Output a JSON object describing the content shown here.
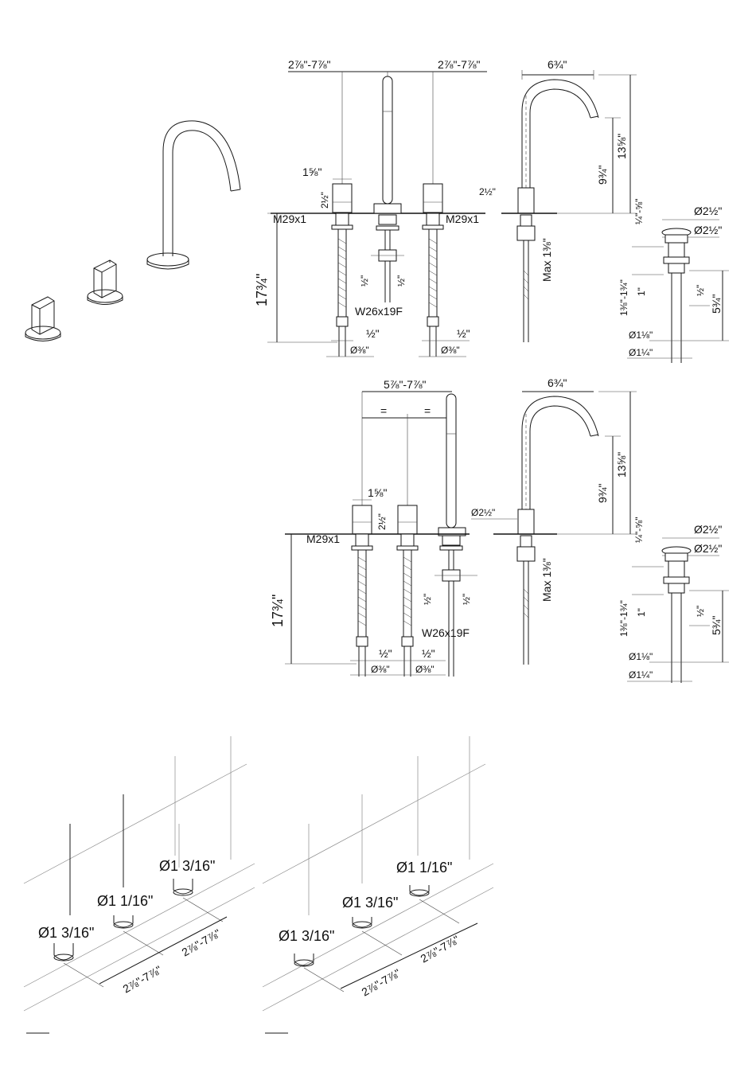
{
  "top_view": {
    "spacing_left": "2⅞\"-7⅞\"",
    "spacing_right": "2⅞\"-7⅞\"",
    "handle_width": "1⅝\"",
    "handle_height": "2½\"",
    "thread_left": "M29x1",
    "thread_right": "M29x1",
    "hose_length": "17¾\"",
    "half_in_1": "½\"",
    "half_in_2": "½\"",
    "spout_thread": "W26x19F",
    "outlet_left": "½\"",
    "outlet_right": "½\"",
    "dia_left": "Ø⅜\"",
    "dia_right": "Ø⅜\"",
    "spout_reach": "6¾\"",
    "spout_base_height": "2½\"",
    "spout_height": "9¾\"",
    "spout_total_height": "13⅝\"",
    "spout_max": "Max 1⅜\"",
    "drain_range": "¼\"-⅝\"",
    "drain_dia_1": "Ø2½\"",
    "drain_dia_2": "Ø2½\"",
    "drain_body": "1⅜\"-1¾\"",
    "drain_1in": "1\"",
    "drain_half": "½\"",
    "drain_len": "5¾\"",
    "drain_dia_small": "Ø1⅛\"",
    "drain_dia_big": "Ø1¼\""
  },
  "bottom_view": {
    "spacing": "5⅞\"-7⅞\"",
    "eq_left": "=",
    "eq_right": "=",
    "handle_width": "1⅝\"",
    "handle_height": "2½\"",
    "thread": "M29x1",
    "hose_length": "17¾\"",
    "half_in_1": "½\"",
    "half_in_2": "½\"",
    "spout_thread": "W26x19F",
    "outlet_left": "½\"",
    "outlet_right": "½\"",
    "dia_left": "Ø⅜\"",
    "dia_right": "Ø⅜\"",
    "spout_reach": "6¾\"",
    "spout_base_dia": "Ø2½\"",
    "spout_height": "9¾\"",
    "spout_total_height": "13⅝\"",
    "spout_max": "Max 1⅜\"",
    "drain_range": "¼\"-⅝\"",
    "drain_dia_1": "Ø2½\"",
    "drain_dia_2": "Ø2½\"",
    "drain_body": "1⅜\"-1¾\"",
    "drain_1in": "1\"",
    "drain_half": "½\"",
    "drain_len": "5¾\"",
    "drain_dia_small": "Ø1⅛\"",
    "drain_dia_big": "Ø1¼\""
  },
  "install_left": {
    "hole_1": "Ø1 3/16\"",
    "hole_2": "Ø1 1/16\"",
    "hole_3": "Ø1 3/16\"",
    "spacing_1": "2⅞\"-7⅞\"",
    "spacing_2": "2⅞\"-7⅞\""
  },
  "install_right": {
    "hole_1": "Ø1 3/16\"",
    "hole_2": "Ø1 3/16\"",
    "hole_3": "Ø1 1/16\"",
    "spacing_1": "2⅞\"-7⅞\"",
    "spacing_2": "2⅞\"-7⅞\""
  }
}
